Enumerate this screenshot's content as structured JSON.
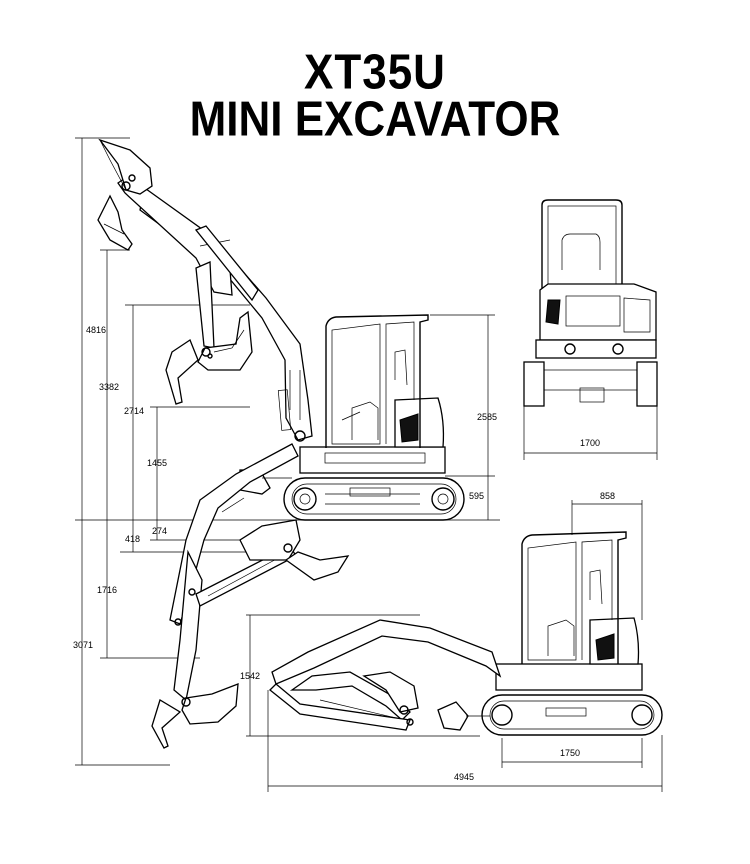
{
  "title": {
    "model": "XT35U",
    "name": "MINI EXCAVATOR"
  },
  "dimensions": {
    "max_digging_height": "4816",
    "max_dumping_height": "3382",
    "boom_h1": "2714",
    "boom_h2": "1455",
    "dozer_lift": "418",
    "dozer_depth": "274",
    "vertical_wall_depth": "1716",
    "max_digging_depth": "3071",
    "overall_height": "2585",
    "ground_clearance": "595",
    "overall_width": "1700",
    "tail_swing": "858",
    "transport_height": "1542",
    "track_length": "1750",
    "transport_length": "4945"
  }
}
